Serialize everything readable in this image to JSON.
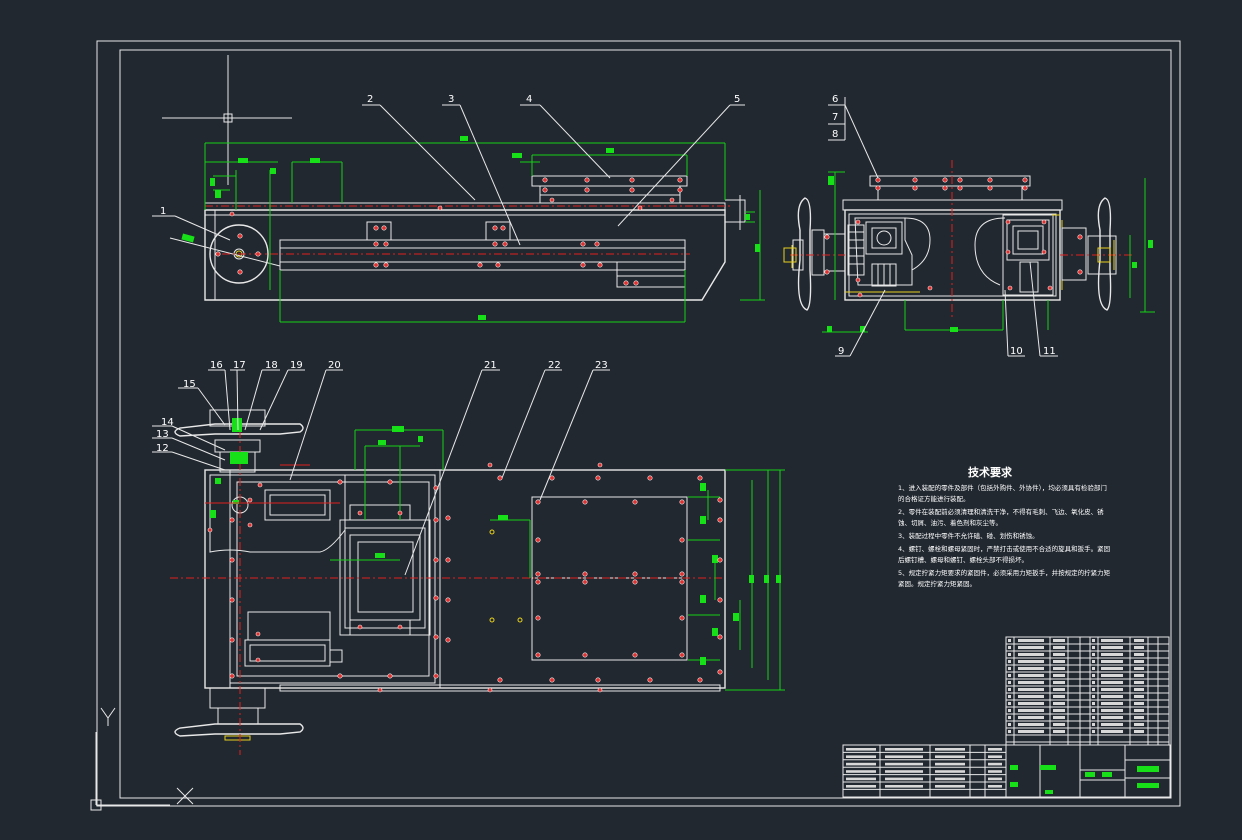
{
  "drawing": {
    "part_labels": [
      "1",
      "2",
      "3",
      "4",
      "5",
      "6",
      "7",
      "8",
      "9",
      "10",
      "11",
      "12",
      "13",
      "14",
      "15",
      "16",
      "17",
      "18",
      "19",
      "20",
      "21",
      "22",
      "23"
    ],
    "technical_requirements": {
      "title": "技术要求",
      "lines": [
        "1、进入装配的零件及部件（包括外购件、外协件），均必须具有检验部门",
        "的合格证方能进行装配。",
        "2、零件在装配前必须清理和清洗干净，不得有毛刺、飞边、氧化皮、锈",
        "蚀、切屑、油污、着色剂和灰尘等。",
        "3、装配过程中零件不允许磕、碰、划伤和锈蚀。",
        "4、螺钉、螺栓和螺母紧固时，严禁打击或使用不合适的旋具和扳手。紧固",
        "后螺钉槽、螺母和螺钉、螺栓头部不得损坏。",
        "5、规定拧紧力矩要求的紧固件，必须采用力矩扳手，并按规定的拧紧力矩",
        "紧固。规定拧紧力矩紧固。"
      ]
    }
  }
}
